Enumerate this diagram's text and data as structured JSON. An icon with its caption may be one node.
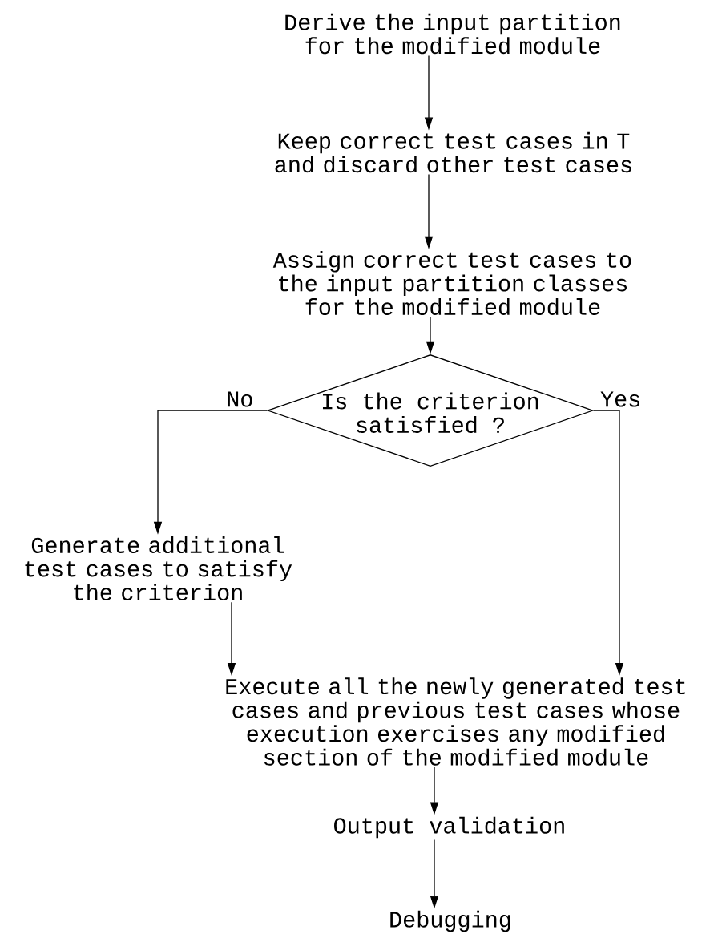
{
  "diagram": {
    "nodes": [
      {
        "text": [
          "Derive the input partition for the modified module"
        ]
      },
      {
        "text": [
          "Keep correct test cases in T and discard other test cases"
        ]
      },
      {
        "text": [
          "Assign correct test cases to the input partition classes for the modified module"
        ]
      },
      {
        "text": [
          "Is the criterion satisfied ?"
        ]
      },
      {
        "text": [
          "Generate additional test cases to satisfy the criterion"
        ]
      },
      {
        "text": [
          "Execute all the newly generated test cases and previous test cases whose execution exercises any modified section of the modified module"
        ]
      },
      {
        "text": [
          "Output validation"
        ]
      },
      {
        "text": [
          "Debugging"
        ]
      }
    ],
    "edges": [
      {
        "from": 0,
        "to": 1,
        "arrow": "to"
      },
      {
        "from": 1,
        "to": 2,
        "arrow": "to"
      },
      {
        "from": 2,
        "to": 3,
        "arrow": "to"
      },
      {
        "from": 3,
        "to": 4,
        "arrow": "to",
        "label": "No"
      },
      {
        "from": 3,
        "to": 5,
        "arrow": "to",
        "label": "Yes"
      },
      {
        "from": 4,
        "to": 5,
        "arrow": "to"
      },
      {
        "from": 5,
        "to": 6,
        "arrow": "to"
      },
      {
        "from": 6,
        "to": 7,
        "arrow": "to"
      }
    ]
  }
}
